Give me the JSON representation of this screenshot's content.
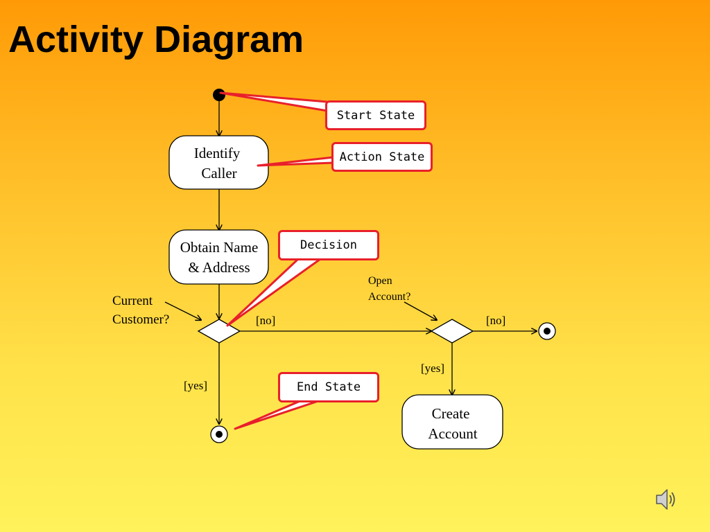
{
  "slide": {
    "title": "Activity Diagram"
  },
  "nodes": {
    "identify_caller": [
      "Identify",
      "Caller"
    ],
    "obtain_name_address": [
      "Obtain Name",
      "& Address"
    ],
    "create_account": [
      "Create",
      "Account"
    ]
  },
  "labels": {
    "current_customer": [
      "Current",
      "Customer?"
    ],
    "open_account": [
      "Open",
      "Account?"
    ]
  },
  "guards": {
    "decision1_no": "[no]",
    "decision1_yes": "[yes]",
    "decision2_no": "[no]",
    "decision2_yes": "[yes]"
  },
  "callouts": {
    "start_state": "Start State",
    "action_state": "Action State",
    "decision": "Decision",
    "end_state": "End State"
  },
  "icons": [
    "speaker-icon"
  ],
  "colors": {
    "callout_border": "#e8202a",
    "pointer_line": "#e8202a"
  }
}
